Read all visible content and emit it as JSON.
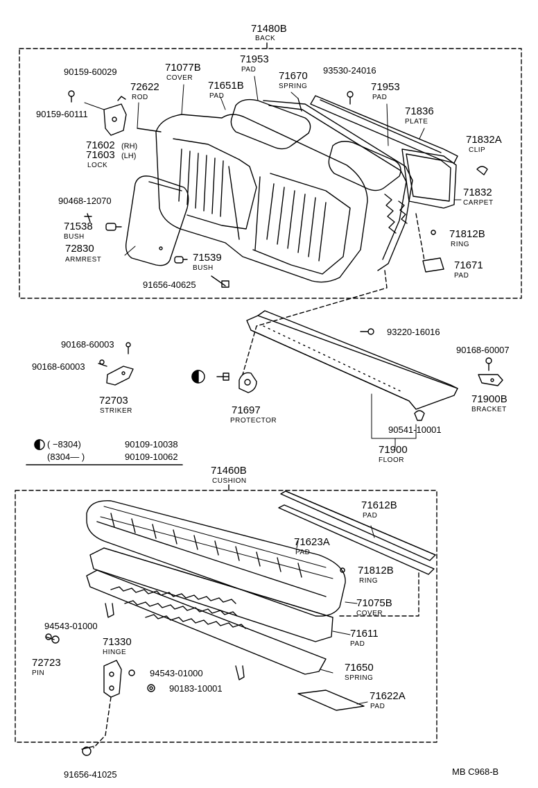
{
  "labels": {
    "back_assy": {
      "pn": "71480B",
      "name": "BACK"
    },
    "cushion_assy": {
      "pn": "71460B",
      "name": "CUSHION"
    },
    "p90159_60029": "90159-60029",
    "p90159_60111": "90159-60111",
    "p71077B": {
      "pn": "71077B",
      "name": "COVER"
    },
    "p72622": {
      "pn": "72622",
      "name": "ROD"
    },
    "p71953_a": {
      "pn": "71953",
      "name": "PAD"
    },
    "p71651B": {
      "pn": "71651B",
      "name": "PAD"
    },
    "p71670": {
      "pn": "71670",
      "name": "SPRING"
    },
    "p93530": "93530-24016",
    "p71953_b": {
      "pn": "71953",
      "name": "PAD"
    },
    "p71836": {
      "pn": "71836",
      "name": "PLATE"
    },
    "p71832A": {
      "pn": "71832A",
      "name": "CLIP"
    },
    "p71602": {
      "pn": "71602",
      "suffix": "(RH)"
    },
    "p71603": {
      "pn": "71603",
      "suffix": "(LH)",
      "name": "LOCK"
    },
    "p71832": {
      "pn": "71832",
      "name": "CARPET"
    },
    "p90468": "90468-12070",
    "p71538": {
      "pn": "71538",
      "name": "BUSH"
    },
    "p71812B_a": {
      "pn": "71812B",
      "name": "RING"
    },
    "p72830": {
      "pn": "72830",
      "name": "ARMREST"
    },
    "p71539": {
      "pn": "71539",
      "name": "BUSH"
    },
    "p71671": {
      "pn": "71671",
      "name": "PAD"
    },
    "p91656_40625": "91656-40625",
    "p93220": "93220-16016",
    "p90168_60003_a": "90168-60003",
    "p90168_60007": "90168-60007",
    "p90168_60003_b": "90168-60003",
    "p72703": {
      "pn": "72703",
      "name": "STRIKER"
    },
    "p71697": {
      "pn": "71697",
      "name": "PROTECTOR"
    },
    "p71900B": {
      "pn": "71900B",
      "name": "BRACKET"
    },
    "p90541": "90541-10001",
    "p71900": {
      "pn": "71900",
      "name": "FLOOR"
    },
    "p71612B": {
      "pn": "71612B",
      "name": "PAD"
    },
    "p71623A": {
      "pn": "71623A",
      "name": "PAD"
    },
    "p71812B_b": {
      "pn": "71812B",
      "name": "RING"
    },
    "p71075B": {
      "pn": "71075B",
      "name": "COVER"
    },
    "p94543_a": "94543-01000",
    "p71611": {
      "pn": "71611",
      "name": "PAD"
    },
    "p71330": {
      "pn": "71330",
      "name": "HINGE"
    },
    "p72723": {
      "pn": "72723",
      "name": "PIN"
    },
    "p94543_b": "94543-01000",
    "p71650": {
      "pn": "71650",
      "name": "SPRING"
    },
    "p90183": "90183-10001",
    "p71622A": {
      "pn": "71622A",
      "name": "PAD"
    },
    "p91656_41025": "91656-41025"
  },
  "legend": {
    "row1_range": "(      −8304)",
    "row1_part": "90109-10038",
    "row2_range": "(8304—        )",
    "row2_part": "90109-10062"
  },
  "footer": "MB  C968-B"
}
